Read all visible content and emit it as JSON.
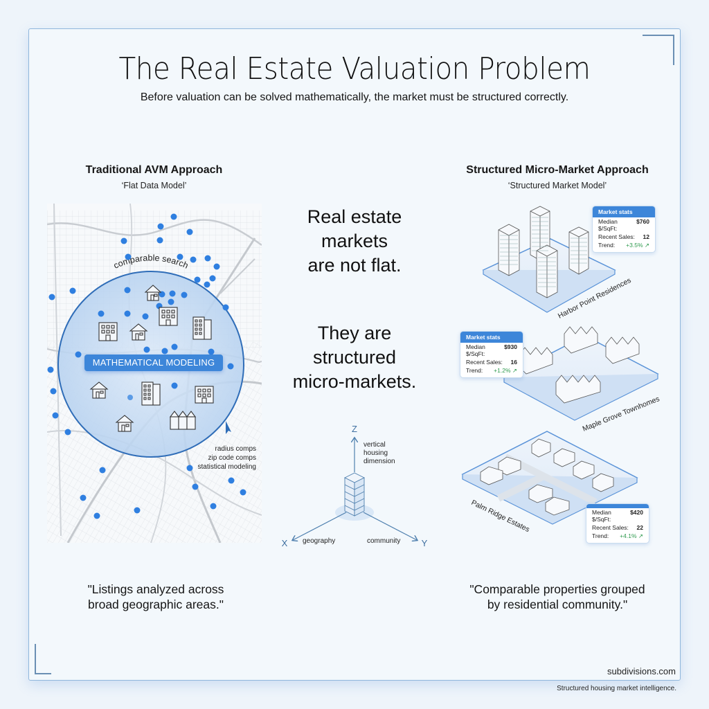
{
  "header": {
    "title": "The Real Estate Valuation Problem",
    "subtitle": "Before valuation can be solved mathematically, the market must be structured correctly."
  },
  "left": {
    "heading": "Traditional AVM Approach",
    "subheading": "‘Flat Data Model’",
    "map": {
      "search_label": "comparable search",
      "badge": "MATHEMATICAL MODELING",
      "annotations": [
        "radius comps",
        "zip code comps",
        "statistical modeling"
      ],
      "icons": [
        "house-icon",
        "apartment-building-icon",
        "house-icon",
        "office-building-icon",
        "tower-icon",
        "house-icon",
        "tower-icon",
        "apartment-building-icon",
        "house-icon",
        "townhouse-icon"
      ]
    },
    "quote_line1": "\"Listings analyzed across",
    "quote_line2": "broad geographic areas.\""
  },
  "center": {
    "statement1_l1": "Real estate",
    "statement1_l2": "markets",
    "statement1_l3": "are not flat.",
    "statement2_l1": "They are",
    "statement2_l2": "structured",
    "statement2_l3": "micro-markets.",
    "axes": {
      "z": "Z",
      "x": "X",
      "y": "Y",
      "z_label_1": "vertical",
      "z_label_2": "housing",
      "z_label_3": "dimension",
      "x_label": "geography",
      "y_label": "community"
    }
  },
  "right": {
    "heading": "Structured Micro-Market Approach",
    "subheading": "‘Structured Market Model’",
    "communities": [
      {
        "name": "Harbor Point Residences",
        "type": "high-rise",
        "stats_title": "Market stats",
        "median_label": "Median $/SqFt:",
        "median": "$760",
        "sales_label": "Recent Sales:",
        "sales": "12",
        "trend_label": "Trend:",
        "trend": "+3.5% ↗"
      },
      {
        "name": "Maple Grove Townhomes",
        "type": "townhomes",
        "stats_title": "Market stats",
        "median_label": "Median $/SqFt:",
        "median": "$930",
        "sales_label": "Recent Sales:",
        "sales": "16",
        "trend_label": "Trend:",
        "trend": "+1.2% ↗"
      },
      {
        "name": "Palm Ridge Estates",
        "type": "single-family",
        "stats_title": "",
        "median_label": "Median $/SqFt:",
        "median": "$420",
        "sales_label": "Recent Sales:",
        "sales": "22",
        "trend_label": "Trend:",
        "trend": "+4.1% ↗"
      }
    ],
    "quote_line1": "\"Comparable properties grouped",
    "quote_line2": "by residential community.\""
  },
  "footer": {
    "brand": "subdivisions.com",
    "tagline": "Structured housing market intelligence."
  },
  "colors": {
    "accent": "#3d86d9",
    "dot": "#2f7fe0",
    "circle_fill": "#cfe1f6",
    "border": "#8fb6dc",
    "trend": "#2e9a4e",
    "background": "#f3f8fc"
  }
}
